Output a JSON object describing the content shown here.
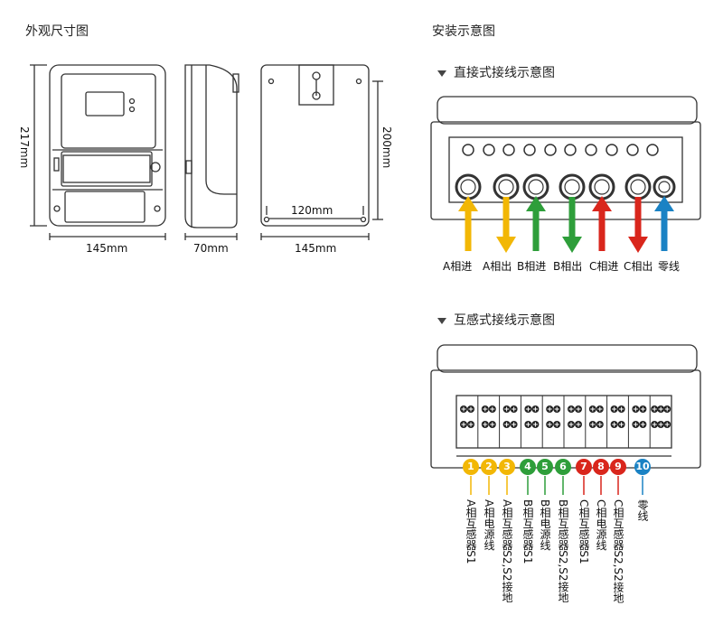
{
  "left_title": "外观尺寸图",
  "right_title": "安装示意图",
  "dims": {
    "height_front": "217mm",
    "width_front": "145mm",
    "depth": "70mm",
    "width_back": "145mm",
    "mount_width": "120mm",
    "mount_height": "200mm"
  },
  "direct": {
    "title": "直接式接线示意图",
    "labels": [
      "A相进",
      "A相出",
      "B相进",
      "B相出",
      "C相进",
      "C相出",
      "零线"
    ]
  },
  "ct": {
    "title": "互感式接线示意图",
    "numbers": [
      "1",
      "2",
      "3",
      "4",
      "5",
      "6",
      "7",
      "8",
      "9",
      "10"
    ],
    "labels": [
      "A相互感器S1",
      "A相电源线",
      "A相互感器S2,S2接地",
      "B相互感器S1",
      "B相电源线",
      "B相互感器S2,S2接地",
      "C相互感器S1",
      "C相电源线",
      "C相互感器S2,S2接地",
      "零线"
    ]
  },
  "colors": {
    "phase_a": "#f2b705",
    "phase_b": "#2e9e3a",
    "phase_c": "#d9261c",
    "neutral": "#1a82c4",
    "outline": "#333333"
  },
  "icons": [
    "triangle-down-icon",
    "arrow-up-icon",
    "arrow-down-icon"
  ]
}
